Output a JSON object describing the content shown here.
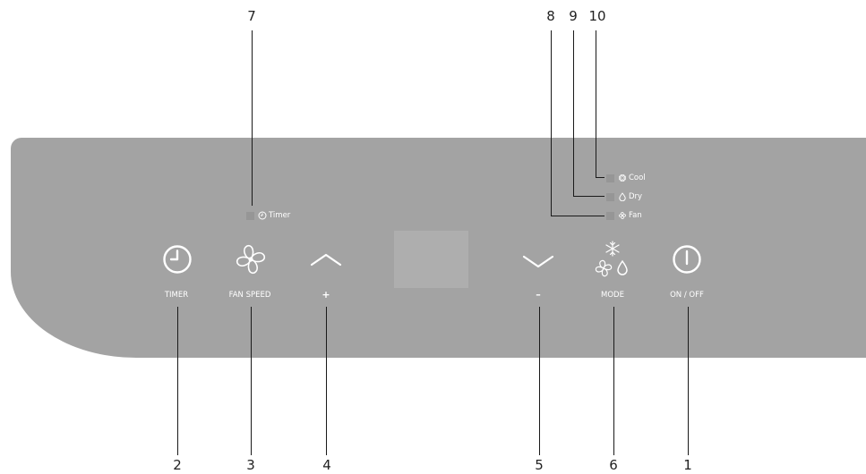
{
  "buttons": [
    {
      "id": "timer",
      "label": "TIMER",
      "icon": "clock-icon",
      "callout": "2"
    },
    {
      "id": "fan_speed",
      "label": "FAN SPEED",
      "icon": "fan-icon",
      "callout": "3"
    },
    {
      "id": "up",
      "label": "+",
      "icon": "chevron-up-icon",
      "callout": "4"
    },
    {
      "id": "down",
      "label": "–",
      "icon": "chevron-down-icon",
      "callout": "5"
    },
    {
      "id": "mode",
      "label": "MODE",
      "icon": "mode-icon",
      "callout": "6"
    },
    {
      "id": "power",
      "label": "ON / OFF",
      "icon": "power-icon",
      "callout": "1"
    }
  ],
  "indicators": [
    {
      "id": "timer",
      "label": "Timer",
      "icon": "timer-small-icon",
      "callout": "7"
    },
    {
      "id": "fan",
      "label": "Fan",
      "icon": "fan-small-icon",
      "callout": "8"
    },
    {
      "id": "dry",
      "label": "Dry",
      "icon": "drop-icon",
      "callout": "9"
    },
    {
      "id": "cool",
      "label": "Cool",
      "icon": "snowflake-icon",
      "callout": "10"
    }
  ],
  "colors": {
    "panel": "#a3a3a3",
    "text": "#ffffff",
    "lines": "#1a1a1a"
  }
}
